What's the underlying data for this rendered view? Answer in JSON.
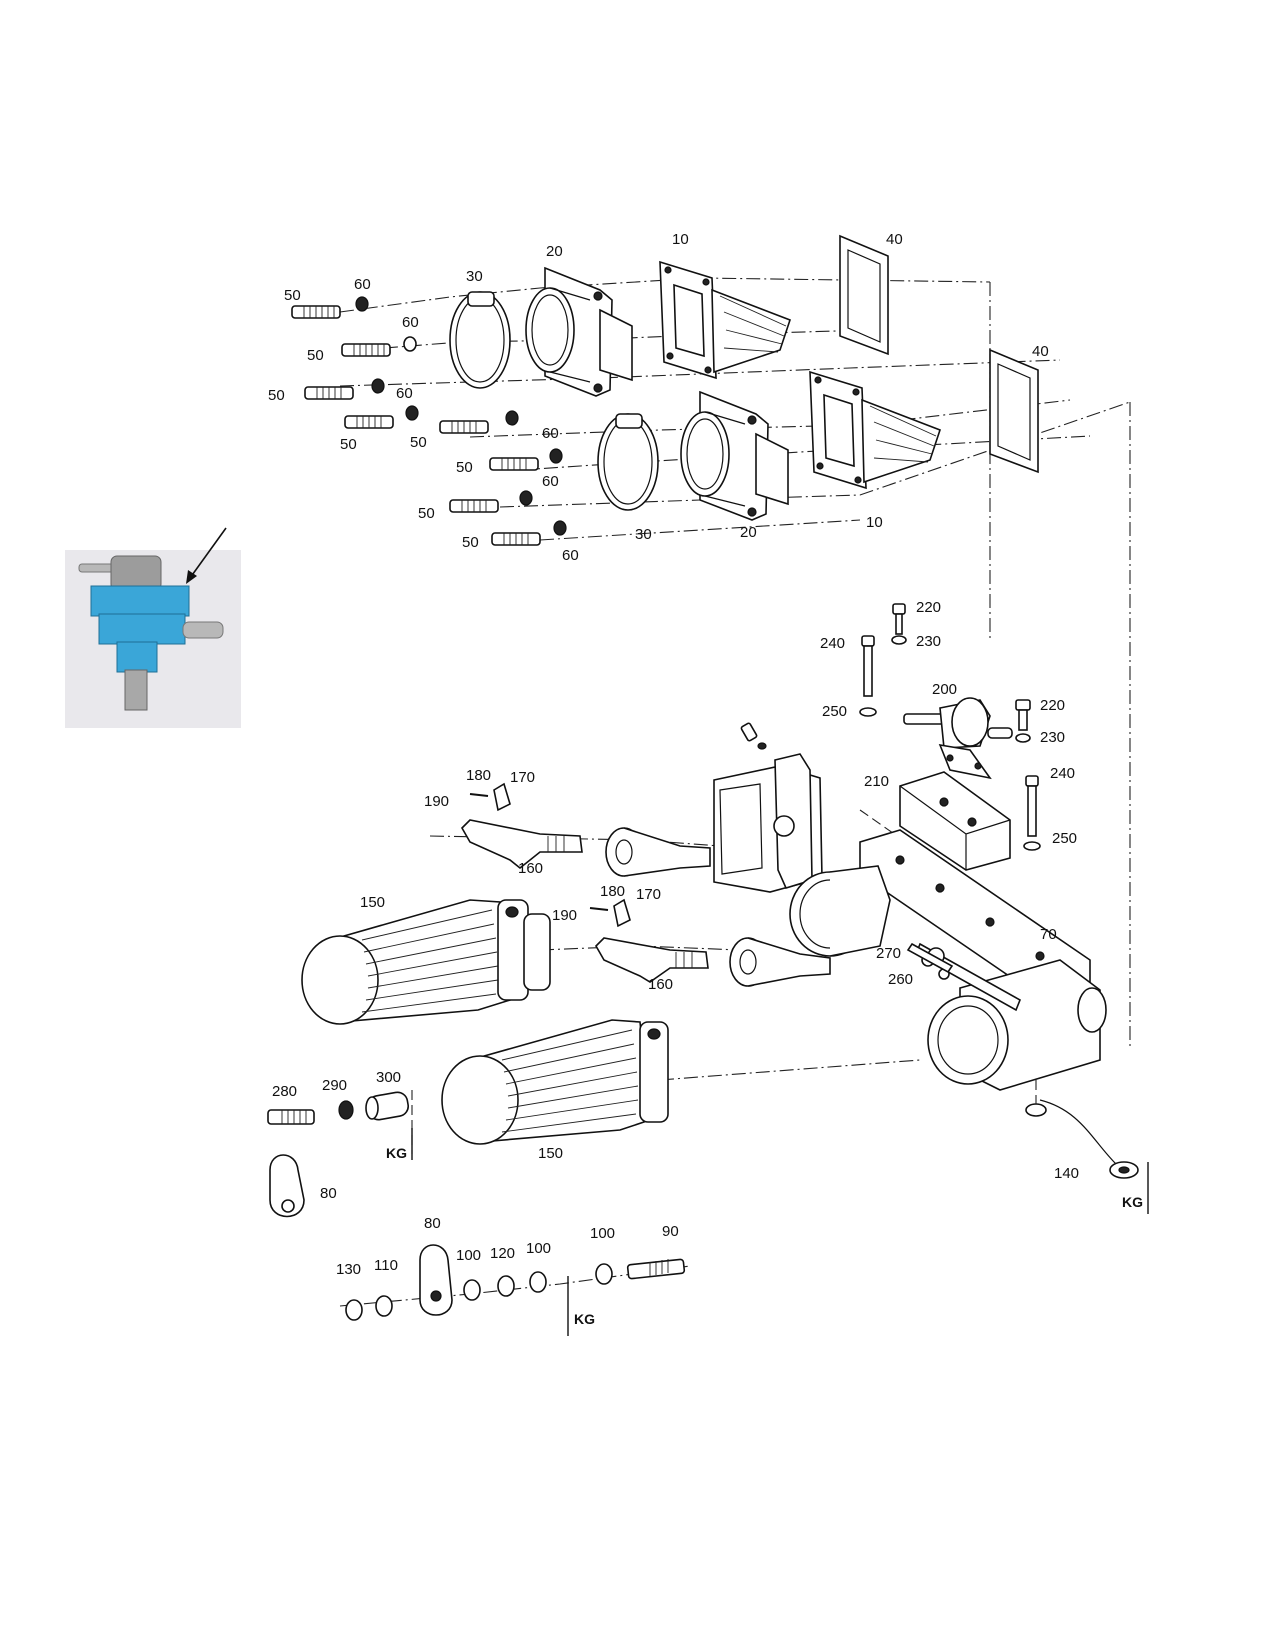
{
  "colors": {
    "line": "#111111",
    "regulator_body": "#3aa6d8",
    "regulator_cap": "#9c9c9c",
    "photo_bg": "#e9e8ec"
  },
  "photo": {
    "icon": "fuel-pressure-regulator-icon",
    "arrow_icon": "pointer-arrow-icon"
  },
  "labels": {
    "l10a": "10",
    "l10b": "10",
    "l20a": "20",
    "l20b": "20",
    "l30a": "30",
    "l30b": "30",
    "l40a": "40",
    "l40b": "40",
    "l50a": "50",
    "l50b": "50",
    "l50c": "50",
    "l50d": "50",
    "l50e": "50",
    "l50f": "50",
    "l50g": "50",
    "l50h": "50",
    "l60a": "60",
    "l60b": "60",
    "l60c": "60",
    "l60d": "60",
    "l60e": "60",
    "l60f": "60",
    "l70": "70",
    "l80a": "80",
    "l80b": "80",
    "l90": "90",
    "l100a": "100",
    "l100b": "100",
    "l100c": "100",
    "l110": "110",
    "l120": "120",
    "l130": "130",
    "l140": "140",
    "l150a": "150",
    "l150b": "150",
    "l160a": "160",
    "l160b": "160",
    "l170a": "170",
    "l170b": "170",
    "l180a": "180",
    "l180b": "180",
    "l190a": "190",
    "l190b": "190",
    "l200": "200",
    "l210": "210",
    "l220a": "220",
    "l220b": "220",
    "l230a": "230",
    "l230b": "230",
    "l240a": "240",
    "l240b": "240",
    "l250a": "250",
    "l250b": "250",
    "l260": "260",
    "l270": "270",
    "l280": "280",
    "l290": "290",
    "l300": "300",
    "kg1": "KG",
    "kg2": "KG",
    "kg3": "KG"
  }
}
